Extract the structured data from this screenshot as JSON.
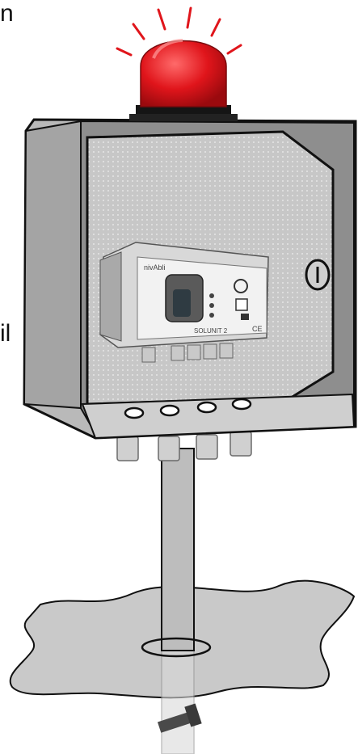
{
  "edge_text": {
    "top": "n",
    "middle": "il"
  },
  "device": {
    "brand": "nivAbli",
    "model_label": "SOLUNIT 2",
    "ce_mark": "CE"
  },
  "colors": {
    "beacon": "#e0151b",
    "enclosure": "#b9b9b9",
    "enclosure_dark": "#8e8e8e",
    "panel": "#d4d4d4",
    "pole": "#bdbdbd",
    "ground": "#c9c9c9",
    "outline": "#111111"
  },
  "icons": [
    "alarm-beacon-icon",
    "lock-icon",
    "cable-gland-icon",
    "level-sensor-icon"
  ]
}
